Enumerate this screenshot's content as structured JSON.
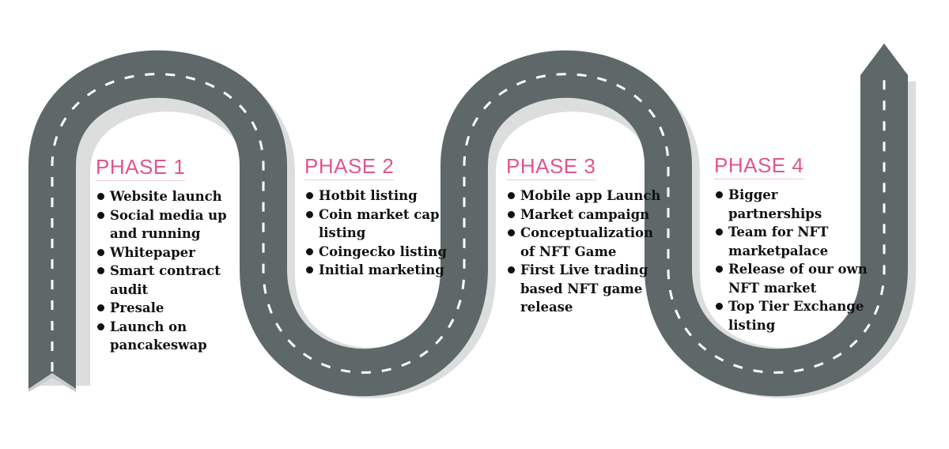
{
  "colors": {
    "road": "#5f6868",
    "road_shadow": "#d9dbdb",
    "lane_marking": "#ffffff",
    "phase_title": "#e2558c",
    "text": "#111111"
  },
  "phases": [
    {
      "title": "PHASE 1",
      "items": [
        "Website launch",
        "Social media up and running",
        "Whitepaper",
        "Smart contract audit",
        "Presale",
        "Launch on pancakeswap"
      ]
    },
    {
      "title": "PHASE 2",
      "items": [
        "Hotbit listing",
        "Coin market cap listing",
        "Coingecko listing",
        "Initial marketing"
      ]
    },
    {
      "title": "PHASE 3",
      "items": [
        "Mobile app Launch",
        "Market campaign",
        "Conceptualization of NFT Game",
        "First Live trading based NFT game release"
      ]
    },
    {
      "title": "PHASE 4",
      "items": [
        "Bigger partnerships",
        "Team for NFT marketpalace",
        "Release of our own NFT market",
        "Top Tier Exchange listing"
      ]
    }
  ]
}
